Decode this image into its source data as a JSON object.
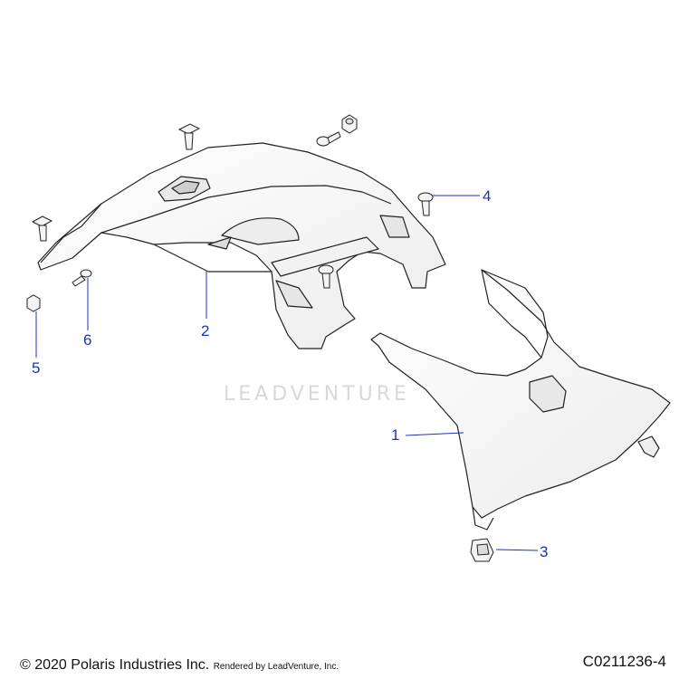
{
  "callouts": [
    {
      "id": "1",
      "label": "1"
    },
    {
      "id": "2",
      "label": "2"
    },
    {
      "id": "3",
      "label": "3"
    },
    {
      "id": "4",
      "label": "4"
    },
    {
      "id": "5",
      "label": "5"
    },
    {
      "id": "6",
      "label": "6"
    }
  ],
  "watermark": {
    "text": "LEADVENTURE"
  },
  "footer": {
    "copyright": "© 2020 Polaris Industries Inc.",
    "rendered_by": "Rendered by LeadVenture, Inc.",
    "diagram_code": "C0211236-4"
  },
  "colors": {
    "callout": "#1a33b8",
    "outline": "#222222",
    "fill": "#fcfcfc"
  }
}
